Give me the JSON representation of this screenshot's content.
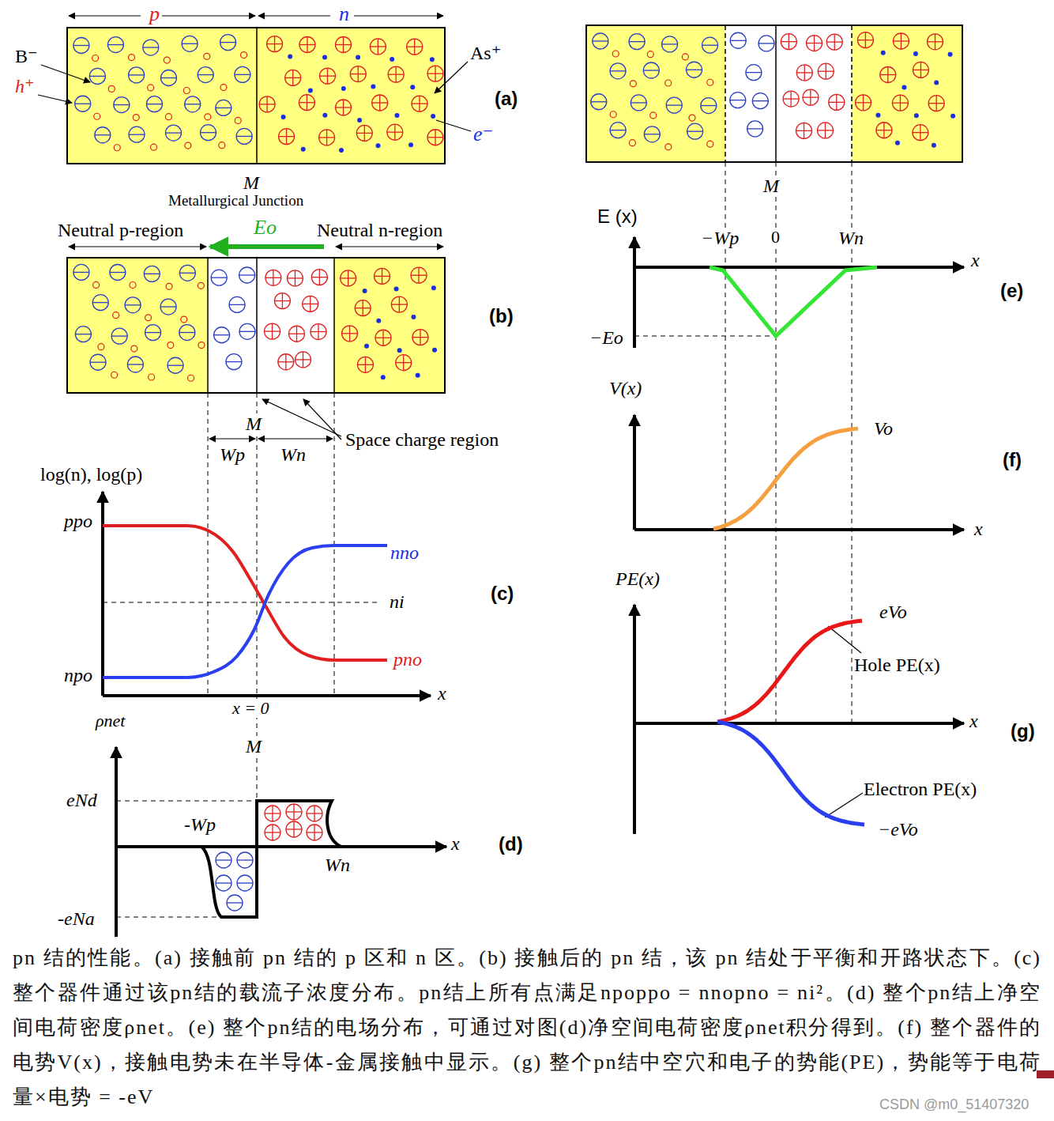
{
  "diagram": {
    "caption": "pn 结的性能。(a) 接触前 pn 结的 p 区和 n 区。(b) 接触后的 pn 结，该 pn 结处于平衡和开路状态下。(c) 整个器件通过该pn结的载流子浓度分布。pn结上所有点满足npoppo = nnopno = ni²。(d) 整个pn结上净空间电荷密度ρnet。(e) 整个pn结的电场分布，可通过对图(d)净空间电荷密度ρnet积分得到。(f) 整个器件的电势V(x)，接触电势未在半导体-金属接触中显示。(g) 整个pn结中空穴和电子的势能(PE)，势能等于电荷量×电势 = -eV",
    "labels": [
      "p",
      "n",
      "B⁻",
      "h⁺",
      "As⁺",
      "e⁻",
      "(a)",
      "M",
      "Metallurgical Junction",
      "Neutral p-region",
      "Eo",
      "Neutral n-region",
      "(b)",
      "M",
      "Wp",
      "Wn",
      "Space charge region",
      "log(n), log(p)",
      "ppo",
      "nno",
      "ni",
      "(c)",
      "npo",
      "pno",
      "x",
      "x = 0",
      "ρnet",
      "M",
      "eNd",
      "-Wp",
      "x",
      "(d)",
      "Wn",
      "-eNa",
      "M",
      "E (x)",
      "−Wp",
      "0",
      "Wn",
      "x",
      "(e)",
      "−Eo",
      "V(x)",
      "Vo",
      "(f)",
      "x",
      "PE(x)",
      "eVo",
      "Hole PE(x)",
      "x",
      "(g)",
      "Electron PE(x)",
      "−eVo",
      "CSDN @m0_51407320"
    ]
  }
}
